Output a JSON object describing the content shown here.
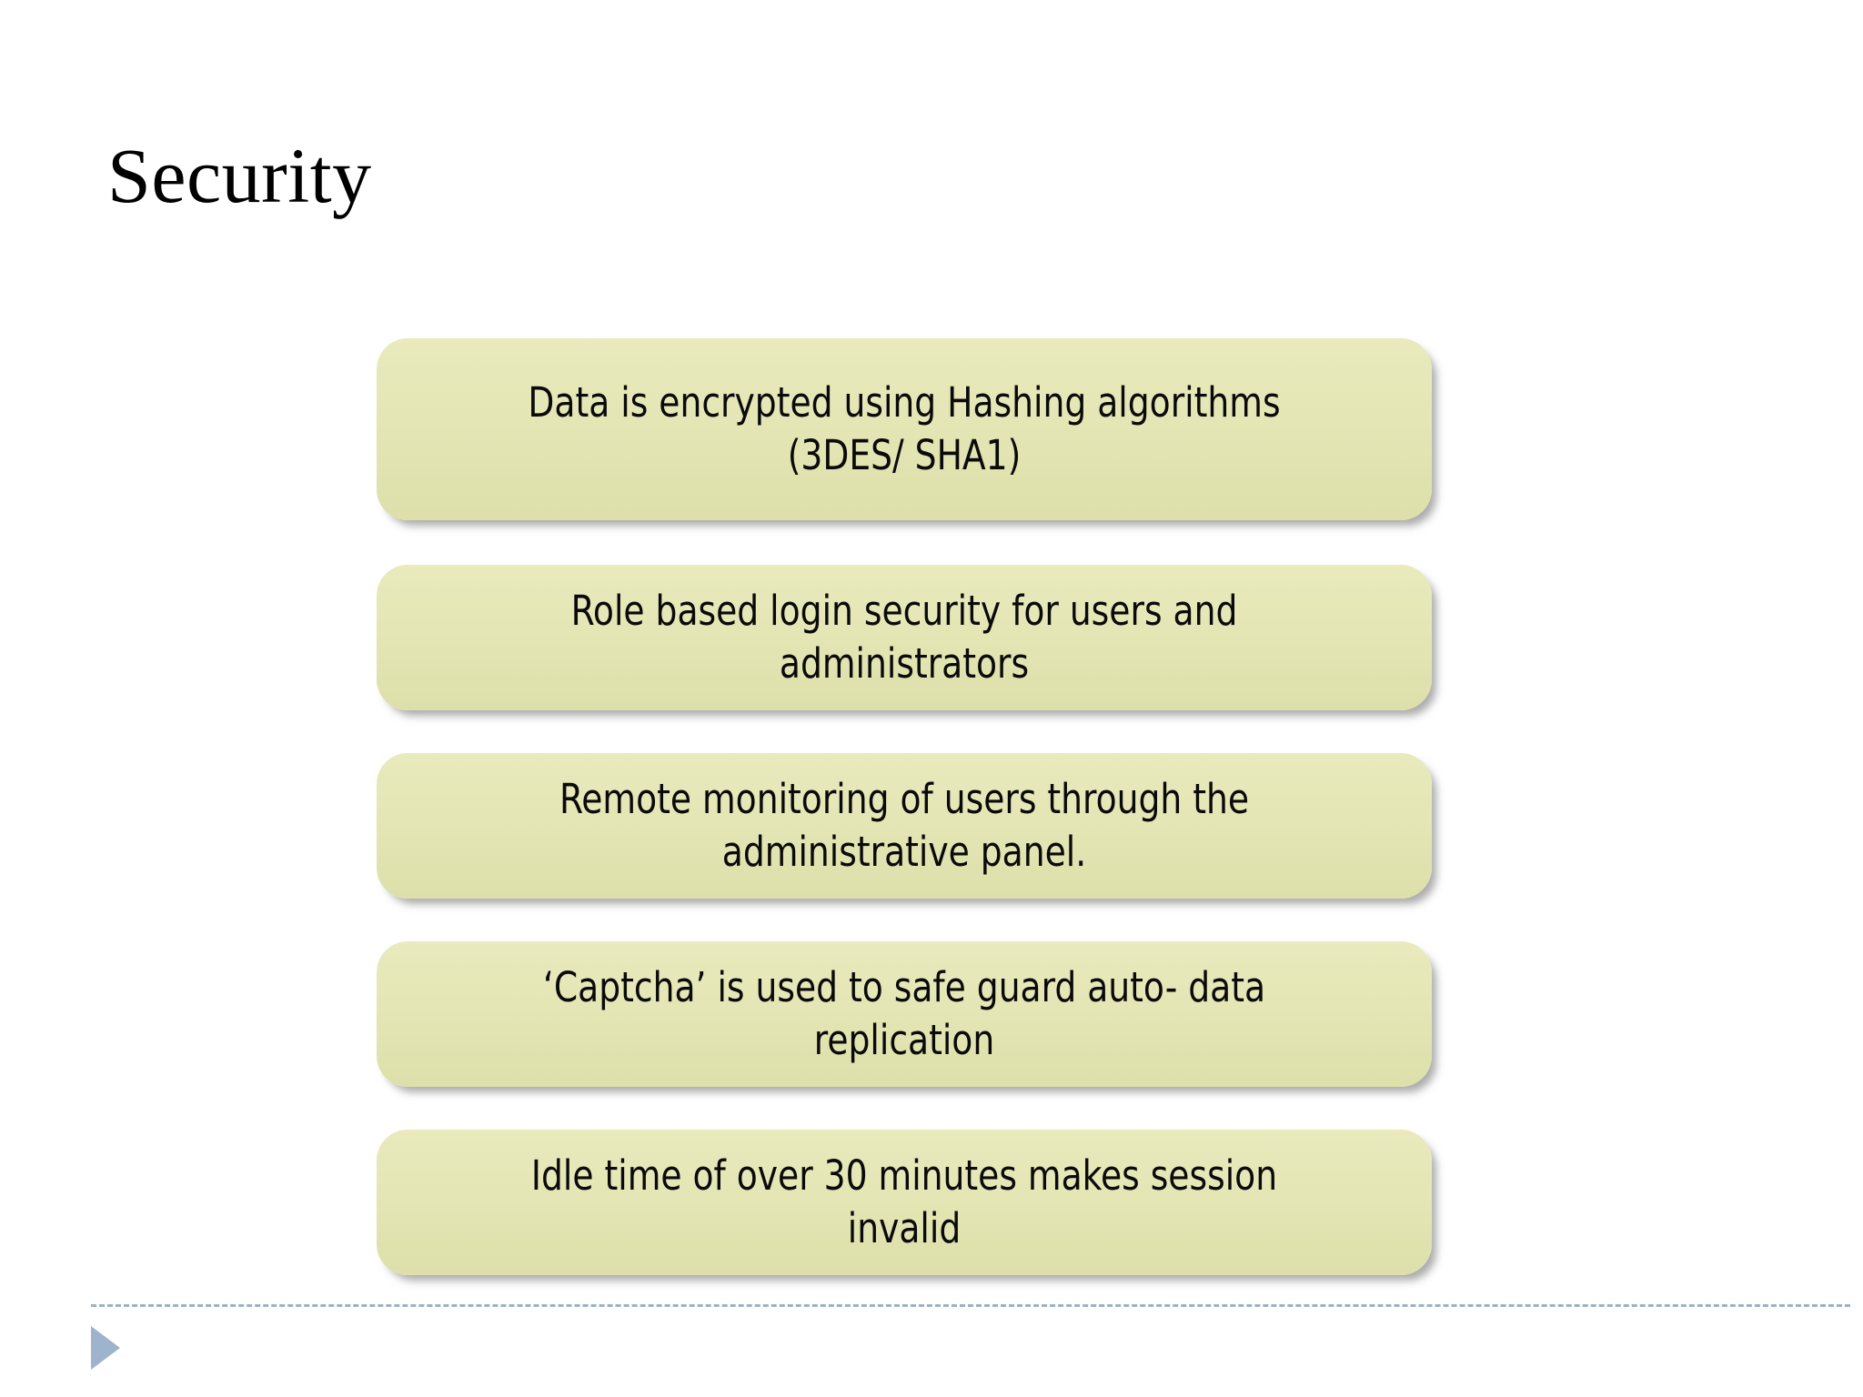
{
  "slide": {
    "title": "Security",
    "background_color": "#ffffff",
    "title_color": "#000000"
  },
  "callouts": {
    "fill_color": "#e4e6b5",
    "text_color": "#0a0a0a",
    "items": [
      {
        "id": "box-1",
        "line1": "Data is encrypted using Hashing algorithms",
        "line2": "(3DES/ SHA1)"
      },
      {
        "id": "box-2",
        "line1": "Role based login security for users and",
        "line2": "administrators"
      },
      {
        "id": "box-3",
        "line1": "Remote monitoring of users through the",
        "line2": "administrative panel."
      },
      {
        "id": "box-4",
        "line1": "‘Captcha’ is used to safe guard  auto- data",
        "line2": "replication"
      },
      {
        "id": "box-5",
        "line1": "Idle time of over 30 minutes makes session",
        "line2": "invalid"
      }
    ]
  },
  "footer": {
    "rule_color": "#9cb2ca",
    "triangle_color": "#9eb4cc",
    "triangle_icon": "play-triangle-icon"
  }
}
